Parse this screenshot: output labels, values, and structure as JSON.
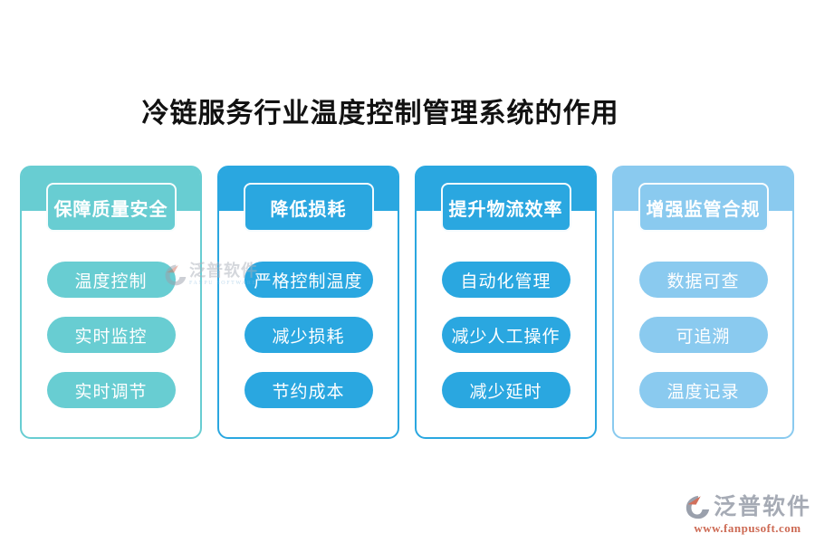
{
  "page": {
    "title": "冷链服务行业温度控制管理系统的作用"
  },
  "cards": [
    {
      "header": "保障质量安全",
      "items": [
        "温度控制",
        "实时监控",
        "实时调节"
      ],
      "theme_color": "#68cdd2"
    },
    {
      "header": "降低损耗",
      "items": [
        "严格控制温度",
        "减少损耗",
        "节约成本"
      ],
      "theme_color": "#2aa7e0"
    },
    {
      "header": "提升物流效率",
      "items": [
        "自动化管理",
        "减少人工操作",
        "减少延时"
      ],
      "theme_color": "#2aa7e0"
    },
    {
      "header": "增强监管合规",
      "items": [
        "数据可查",
        "可追溯",
        "温度记录"
      ],
      "theme_color": "#8acaef"
    }
  ],
  "watermark": {
    "brand": "泛普软件",
    "brand_sub": "FANPU SOFTWARE",
    "url": "www.fanpusoft.com",
    "colors": {
      "brand_gray": "#a6abb5",
      "url_orange": "#cd6a54",
      "sub_blue": "#7fb5dc",
      "logo_gray": "#9aa0ac",
      "logo_orange": "#d2705b"
    }
  }
}
